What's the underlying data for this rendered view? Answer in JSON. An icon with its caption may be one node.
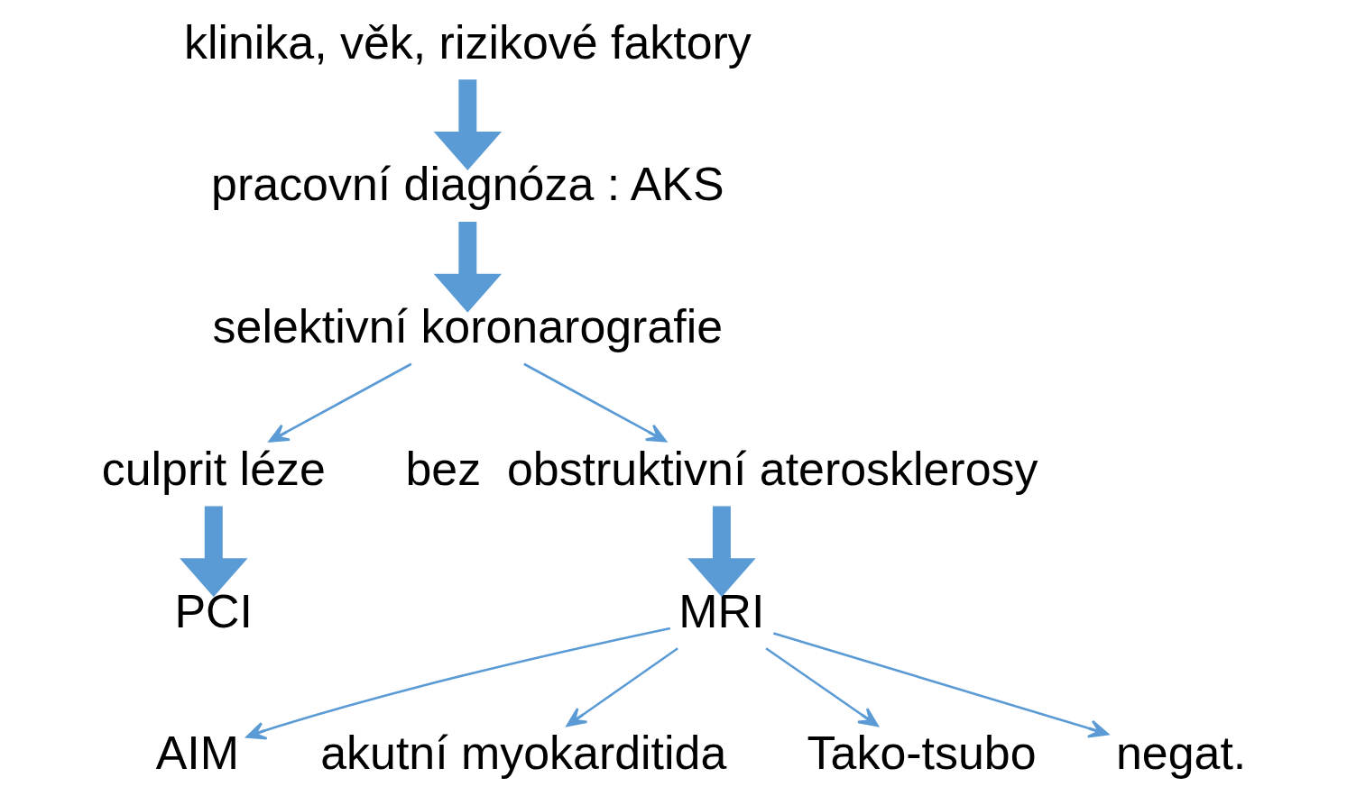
{
  "diagram": {
    "nodes": [
      {
        "text": [
          "klinika, věk, rizikové faktory"
        ]
      },
      {
        "text": [
          "pracovní diagnóza : AKS"
        ]
      },
      {
        "text": [
          "selektivní koronarografie"
        ]
      },
      {
        "text": [
          "culprit léze"
        ]
      },
      {
        "text": [
          "bez  obstruktivní aterosklerosy"
        ]
      },
      {
        "text": [
          "PCI"
        ]
      },
      {
        "text": [
          "MRI"
        ]
      },
      {
        "text": [
          "AIM"
        ]
      },
      {
        "text": [
          "akutní myokarditida"
        ]
      },
      {
        "text": [
          "Tako-tsubo"
        ]
      },
      {
        "text": [
          "negat."
        ]
      }
    ],
    "edges": [
      {
        "from": 0,
        "to": 1,
        "arrow": "to",
        "style": "thick"
      },
      {
        "from": 1,
        "to": 2,
        "arrow": "to",
        "style": "thick"
      },
      {
        "from": 2,
        "to": 3,
        "arrow": "to"
      },
      {
        "from": 2,
        "to": 4,
        "arrow": "to"
      },
      {
        "from": 3,
        "to": 5,
        "arrow": "to",
        "style": "thick"
      },
      {
        "from": 4,
        "to": 6,
        "arrow": "to",
        "style": "thick"
      },
      {
        "from": 6,
        "to": 7,
        "arrow": "to"
      },
      {
        "from": 6,
        "to": 8,
        "arrow": "to"
      },
      {
        "from": 6,
        "to": 9,
        "arrow": "to"
      },
      {
        "from": 6,
        "to": 10,
        "arrow": "to"
      }
    ]
  }
}
